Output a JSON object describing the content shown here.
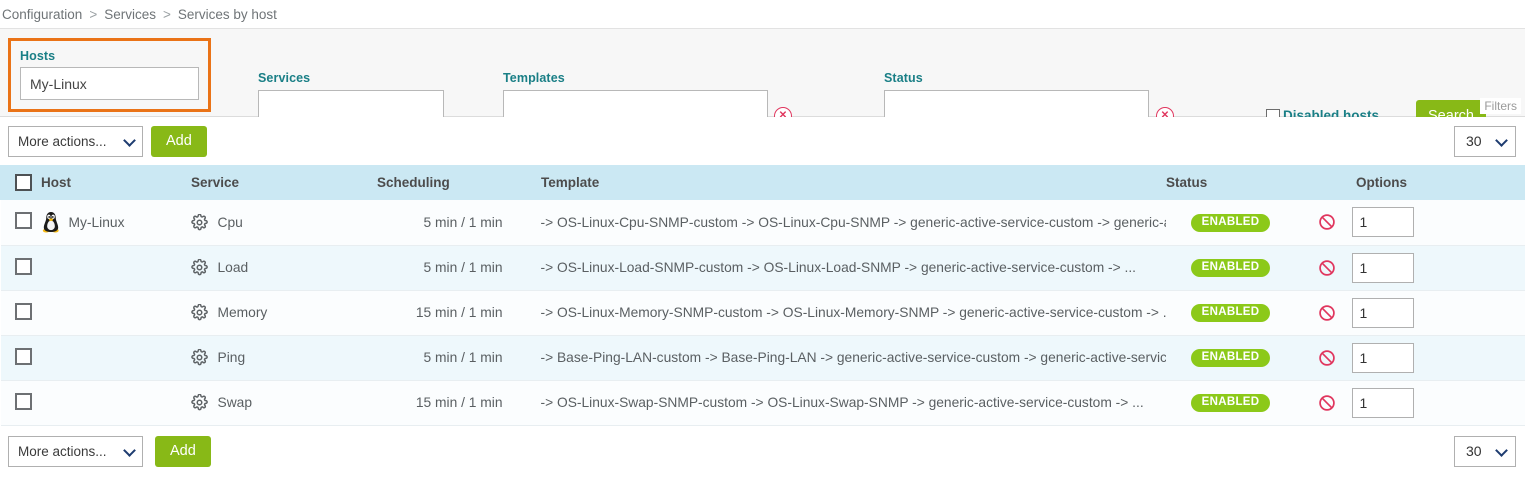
{
  "breadcrumb": {
    "items": [
      "Configuration",
      "Services",
      "Services by host"
    ],
    "separator": ">"
  },
  "filters": {
    "hosts": {
      "label": "Hosts",
      "value": "My-Linux",
      "placeholder": ""
    },
    "services": {
      "label": "Services",
      "value": "",
      "placeholder": ""
    },
    "templates": {
      "label": "Templates",
      "value": "",
      "clear_icon": "clear-circle-icon"
    },
    "status": {
      "label": "Status",
      "value": "",
      "clear_icon": "clear-circle-icon"
    },
    "disabled_hosts": {
      "label": "Disabled hosts",
      "checked": false
    },
    "search_button": "Search",
    "filters_tag": "Filters",
    "highlight_color": "#ea7317",
    "label_color": "#1a7f86"
  },
  "toolbar_top": {
    "more_actions": "More actions...",
    "add_label": "Add",
    "per_page": "30"
  },
  "toolbar_bottom": {
    "more_actions": "More actions...",
    "add_label": "Add",
    "per_page": "30"
  },
  "table": {
    "columns": [
      "Host",
      "Service",
      "Scheduling",
      "Template",
      "Status",
      "Options"
    ],
    "rows": [
      {
        "host": "My-Linux",
        "host_icon": "tux-penguin-icon",
        "service": "Cpu",
        "service_icon": "gear-icon",
        "scheduling": "5 min / 1 min",
        "template": "-> OS-Linux-Cpu-SNMP-custom -> OS-Linux-Cpu-SNMP -> generic-active-service-custom -> generic-active-service",
        "status": "ENABLED",
        "option_icon": "disable-ban-icon",
        "option_value": "1"
      },
      {
        "host": "",
        "host_icon": "",
        "service": "Load",
        "service_icon": "gear-icon",
        "scheduling": "5 min / 1 min",
        "template": "-> OS-Linux-Load-SNMP-custom -> OS-Linux-Load-SNMP -> generic-active-service-custom -> ...",
        "status": "ENABLED",
        "option_icon": "disable-ban-icon",
        "option_value": "1"
      },
      {
        "host": "",
        "host_icon": "",
        "service": "Memory",
        "service_icon": "gear-icon",
        "scheduling": "15 min / 1 min",
        "template": "-> OS-Linux-Memory-SNMP-custom -> OS-Linux-Memory-SNMP -> generic-active-service-custom -> ...",
        "status": "ENABLED",
        "option_icon": "disable-ban-icon",
        "option_value": "1"
      },
      {
        "host": "",
        "host_icon": "",
        "service": "Ping",
        "service_icon": "gear-icon",
        "scheduling": "5 min / 1 min",
        "template": "-> Base-Ping-LAN-custom -> Base-Ping-LAN -> generic-active-service-custom -> generic-active-service",
        "status": "ENABLED",
        "option_icon": "disable-ban-icon",
        "option_value": "1"
      },
      {
        "host": "",
        "host_icon": "",
        "service": "Swap",
        "service_icon": "gear-icon",
        "scheduling": "15 min / 1 min",
        "template": "-> OS-Linux-Swap-SNMP-custom -> OS-Linux-Swap-SNMP -> generic-active-service-custom -> ...",
        "status": "ENABLED",
        "option_icon": "disable-ban-icon",
        "option_value": "1"
      }
    ]
  },
  "colors": {
    "header_bg": "#cbe8f3",
    "green_button": "#88b917",
    "badge_green": "#8cc919",
    "teal_label": "#1a7f86",
    "orange_focus": "#ea7317",
    "red_icon": "#e0365e"
  }
}
